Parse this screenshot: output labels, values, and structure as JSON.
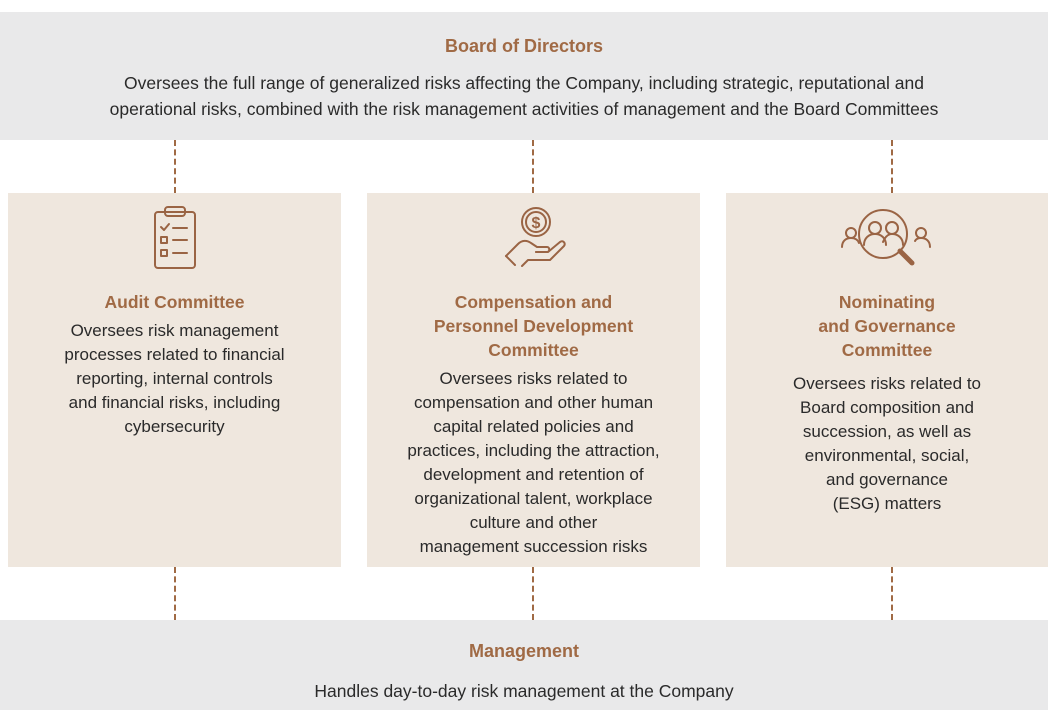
{
  "board": {
    "title": "Board of Directors",
    "line1": "Oversees the full range of generalized risks affecting the Company, including strategic, reputational and",
    "line2": "operational risks, combined with the risk management activities of management and the Board Committees"
  },
  "committees": [
    {
      "icon": "clipboard-checklist-icon",
      "title_lines": [
        "Audit Committee"
      ],
      "text_lines": [
        "Oversees risk management",
        "processes related to financial",
        "reporting, internal controls",
        "and financial risks, including",
        "cybersecurity"
      ]
    },
    {
      "icon": "hand-dollar-coin-icon",
      "title_lines": [
        "Compensation and",
        "Personnel Development",
        "Committee"
      ],
      "text_lines": [
        "Oversees risks related to",
        "compensation and other human",
        "capital related policies and",
        "practices, including the attraction,",
        "development and retention of",
        "organizational talent, workplace",
        "culture and other",
        "management succession risks"
      ]
    },
    {
      "icon": "people-magnifier-icon",
      "title_lines": [
        "Nominating",
        "and Governance",
        "Committee"
      ],
      "text_lines": [
        "Oversees risks related to",
        "Board composition and",
        "succession, as well as",
        "environmental, social,",
        "and governance",
        "(ESG) matters"
      ]
    }
  ],
  "management": {
    "title": "Management",
    "text": "Handles day-to-day risk management at the Company"
  },
  "colors": {
    "accent": "#a06a45",
    "band_background": "#e9e9ea",
    "box_background": "#efe7de"
  }
}
